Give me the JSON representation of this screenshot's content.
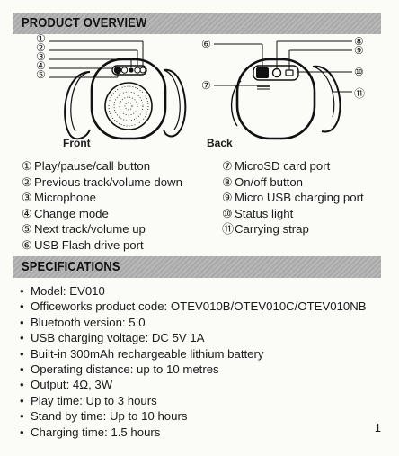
{
  "sections": {
    "overview_title": "PRODUCT OVERVIEW",
    "specs_title": "SPECIFICATIONS"
  },
  "views": {
    "front": "Front",
    "back": "Back"
  },
  "callouts": {
    "front": [
      "①",
      "②",
      "③",
      "④",
      "⑤"
    ],
    "back_left": [
      "⑥",
      "⑦"
    ],
    "back_right": [
      "⑧",
      "⑨",
      "⑩",
      "⑪"
    ]
  },
  "parts_left": [
    {
      "num": "①",
      "label": "Play/pause/call button"
    },
    {
      "num": "②",
      "label": "Previous track/volume down"
    },
    {
      "num": "③",
      "label": "Microphone"
    },
    {
      "num": "④",
      "label": "Change mode"
    },
    {
      "num": "⑤",
      "label": "Next track/volume up"
    },
    {
      "num": "⑥",
      "label": "USB Flash drive port"
    }
  ],
  "parts_right": [
    {
      "num": "⑦",
      "label": "MicroSD card port"
    },
    {
      "num": "⑧",
      "label": "On/off button"
    },
    {
      "num": "⑨",
      "label": "Micro USB charging port"
    },
    {
      "num": "⑩",
      "label": "Status light"
    },
    {
      "num": "⑪",
      "label": "Carrying strap"
    }
  ],
  "specs": [
    "Model: EV010",
    "Officeworks product code: OTEV010B/OTEV010C/OTEV010NB",
    "Bluetooth version: 5.0",
    "USB charging voltage: DC 5V 1A",
    "Built-in 300mAh rechargeable lithium battery",
    "Operating distance: up to 10 metres",
    "Output: 4Ω, 3W",
    "Play time: Up to 3 hours",
    "Stand by time: Up to 10 hours",
    "Charging time: 1.5 hours"
  ],
  "bullet": "•",
  "page_number": "1"
}
